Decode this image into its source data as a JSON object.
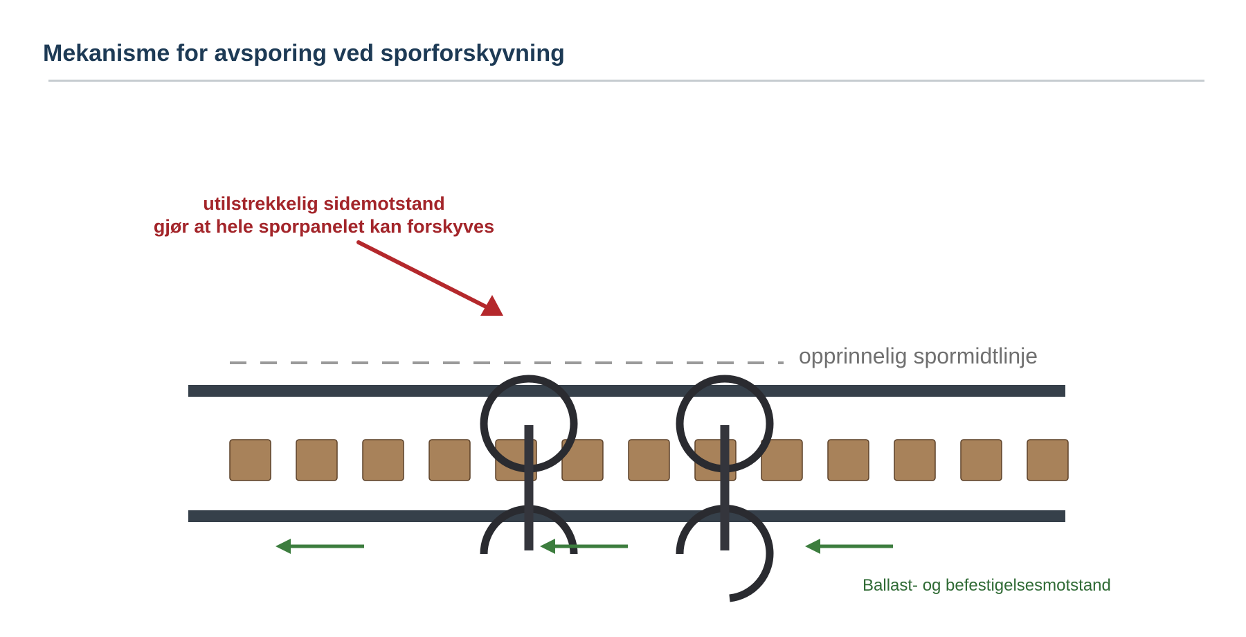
{
  "page": {
    "title": "Mekanisme for avsporing ved sporforskyvning"
  },
  "diagram": {
    "callout": {
      "line1": "utilstrekkelig sidemotstand",
      "line2": "gjør at hele sporpanelet kan forskyves"
    },
    "centerline_label": "opprinnelig spormidtlinje",
    "resistance_label": "Ballast- og befestigelsesmotstand",
    "sleeper_count": 13,
    "wheelset_count": 2,
    "resistance_arrow_count": 3,
    "colors": {
      "title": "#1d3a55",
      "rail": "#36404a",
      "sleeper": "#a8825a",
      "sleeper_border": "#5b4028",
      "wheel": "#2a2b30",
      "callout": "#a3252a",
      "resistance": "#3c7d3e",
      "centerline": "#9a9a9a",
      "rule": "#c6ccd0"
    }
  }
}
